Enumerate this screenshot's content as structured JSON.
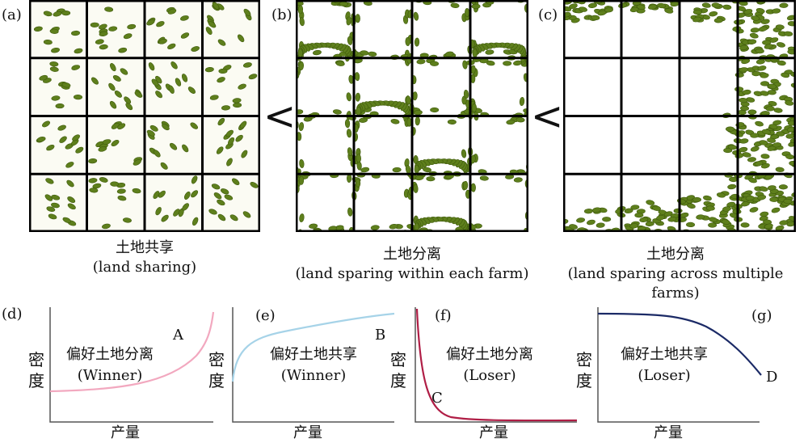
{
  "colors": {
    "patch": "#5e7f1c",
    "patch_dark": "#3f5a0c",
    "bg": "#fbfbf3",
    "grid": "#000000",
    "curve_a": "#f2a8bf",
    "curve_b": "#a6d3e8",
    "curve_c": "#b01e46",
    "curve_d": "#1b2a66"
  },
  "top_panels": [
    {
      "letter": "(a)",
      "cn": "土地共享",
      "en": "(land sharing)"
    },
    {
      "letter": "(b)",
      "cn": "土地分离",
      "en": "(land sparing within each farm)"
    },
    {
      "letter": "(c)",
      "cn": "土地分离",
      "en": "(land sparing across multiple farms)"
    }
  ],
  "comparators": [
    "<",
    "<"
  ],
  "bottom_panels": [
    {
      "letter": "(d)",
      "curve_label": "A",
      "line1": "偏好土地分离",
      "line2": "(Winner)",
      "ylabel": "密度",
      "xlabel": "产量"
    },
    {
      "letter": "(e)",
      "curve_label": "B",
      "line1": "偏好土地共享",
      "line2": "(Winner)",
      "ylabel": "密度",
      "xlabel": "产量"
    },
    {
      "letter": "(f)",
      "curve_label": "C",
      "line1": "偏好土地分离",
      "line2": "(Loser)",
      "ylabel": "密度",
      "xlabel": "产量"
    },
    {
      "letter": "(g)",
      "curve_label": "D",
      "line1": "偏好土地共享",
      "line2": "(Loser)",
      "ylabel": "密度",
      "xlabel": "产量"
    }
  ]
}
